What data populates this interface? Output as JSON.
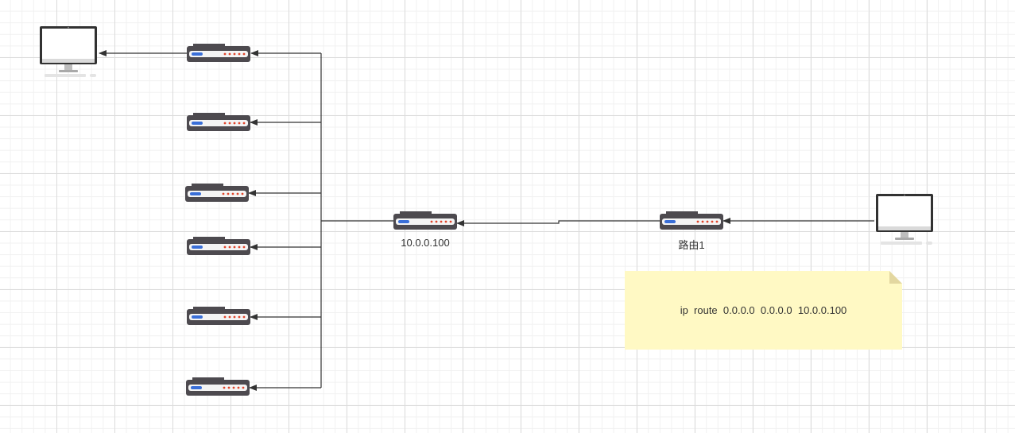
{
  "nodes": {
    "router_center_label": "10.0.0.100",
    "router_1_label": "路由1"
  },
  "note": {
    "text": "ip  route  0.0.0.0  0.0.0.0  10.0.0.100"
  },
  "colors": {
    "line": "#333333",
    "router_body": "#4d4a4f",
    "router_led_blue": "#3a6fd8",
    "router_led_red": "#e0452c",
    "note_fill": "#fff9c4"
  },
  "icons": {
    "router": "router-icon",
    "computer": "desktop-computer-icon"
  }
}
